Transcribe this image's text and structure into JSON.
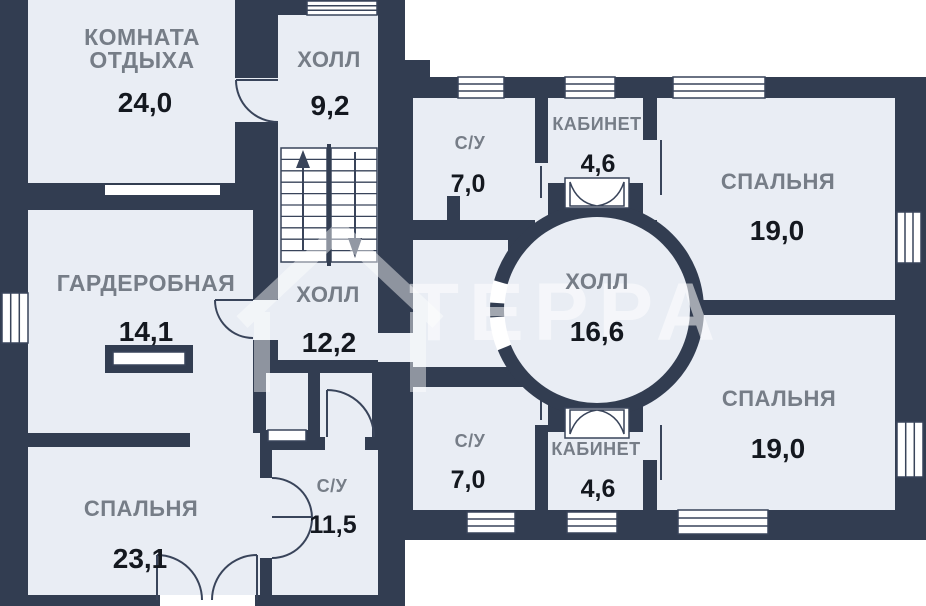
{
  "watermark": {
    "text": "ТЕРРА"
  },
  "colors": {
    "wall": "#323d51",
    "wall-line": "#39445a",
    "room": "#e9edf4",
    "bg": "#ffffff",
    "window": "#ffffff",
    "label": "#767d87",
    "area": "#14181f"
  },
  "rooms": [
    {
      "id": "lounge",
      "name": "КОМНАТА",
      "name2": "ОТДЫХА",
      "area": "24,0"
    },
    {
      "id": "hall-top",
      "name": "ХОЛЛ",
      "area": "9,2"
    },
    {
      "id": "wardrobe",
      "name": "ГАРДЕРОБНАЯ",
      "area": "14,1"
    },
    {
      "id": "hall-mid",
      "name": "ХОЛЛ",
      "area": "12,2"
    },
    {
      "id": "bedroom-left",
      "name": "СПАЛЬНЯ",
      "area": "23,1"
    },
    {
      "id": "bath-left",
      "name": "С/У",
      "area": "11,5"
    },
    {
      "id": "bath-top",
      "name": "С/У",
      "area": "7,0"
    },
    {
      "id": "study-top",
      "name": "КАБИНЕТ",
      "area": "4,6"
    },
    {
      "id": "bedroom-top-right",
      "name": "СПАЛЬНЯ",
      "area": "19,0"
    },
    {
      "id": "hall-round",
      "name": "ХОЛЛ",
      "area": "16,6"
    },
    {
      "id": "bedroom-bottom-right",
      "name": "СПАЛЬНЯ",
      "area": "19,0"
    },
    {
      "id": "study-bottom",
      "name": "КАБИНЕТ",
      "area": "4,6"
    },
    {
      "id": "bath-bottom",
      "name": "С/У",
      "area": "7,0"
    }
  ]
}
